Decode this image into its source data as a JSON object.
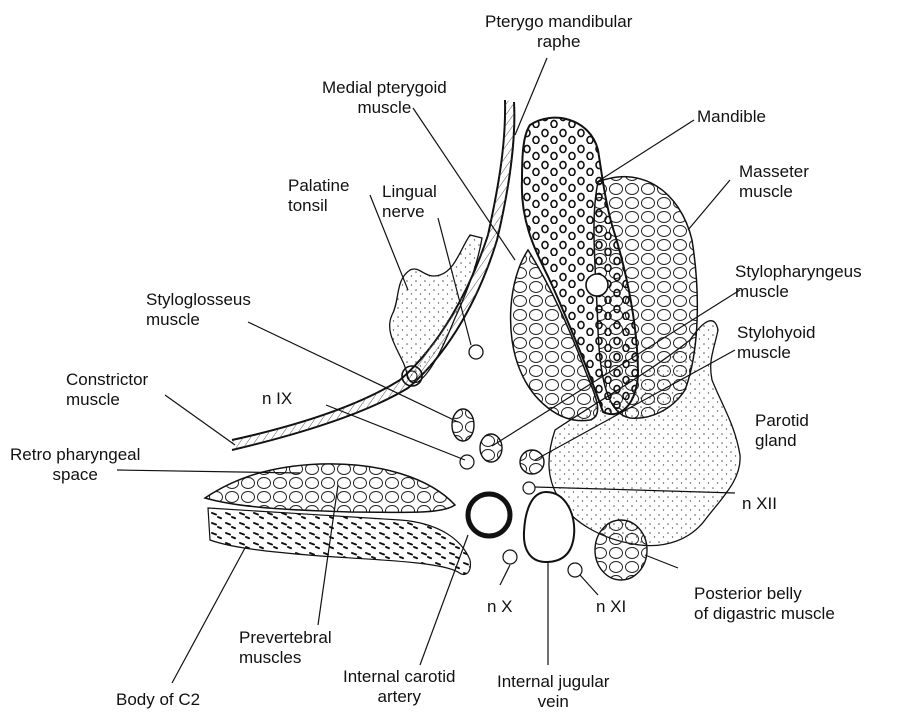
{
  "labels": {
    "pterygo_mandibular_raphe": "Pterygo mandibular\nraphe",
    "medial_pterygoid_muscle": "Medial pterygoid\nmuscle",
    "mandible": "Mandible",
    "masseter_muscle": "Masseter\nmuscle",
    "palatine_tonsil": "Palatine\ntonsil",
    "lingual_nerve": "Lingual\nnerve",
    "stylopharyngeus_muscle": "Stylopharyngeus\nmuscle",
    "styloglosseus_muscle": "Styloglosseus\nmuscle",
    "stylohyoid_muscle": "Stylohyoid\nmuscle",
    "constrictor_muscle": "Constrictor\nmuscle",
    "n_ix": "n IX",
    "parotid_gland": "Parotid\ngland",
    "retro_pharyngeal_space": "Retro pharyngeal\nspace",
    "n_xii": "n XII",
    "posterior_belly_digastric": "Posterior belly\nof digastric muscle",
    "n_x": "n X",
    "n_xi": "n XI",
    "prevertebral_muscles": "Prevertebral\nmuscles",
    "internal_carotid_artery": "Internal carotid\nartery",
    "internal_jugular_vein": "Internal jugular\nvein",
    "body_of_c2": "Body of C2"
  },
  "colors": {
    "ink": "#111111",
    "paper": "#ffffff",
    "stipple": "#555555"
  }
}
